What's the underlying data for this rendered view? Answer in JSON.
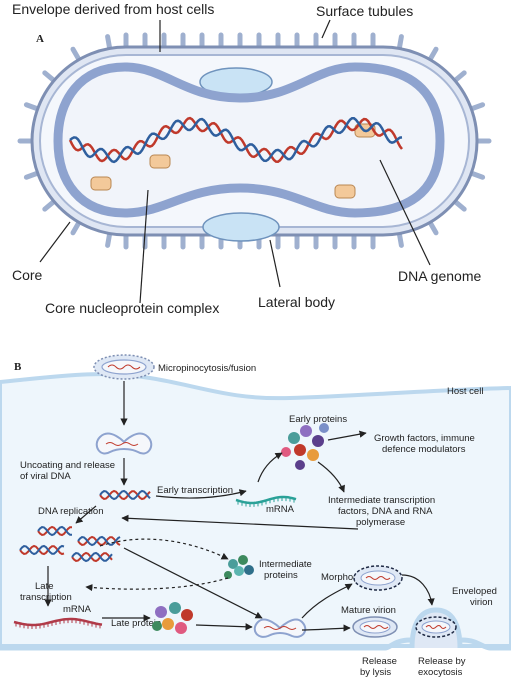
{
  "panel_a": {
    "letter": "A",
    "labels": {
      "envelope": "Envelope derived from host cells",
      "tubules": "Surface tubules",
      "core": "Core",
      "nucleoprotein": "Core nucleoprotein complex",
      "lateral_body": "Lateral body",
      "dna_genome": "DNA genome"
    }
  },
  "panel_b": {
    "letter": "B",
    "labels": {
      "entry": "Micropinocytosis/fusion",
      "host_cell": "Host cell",
      "uncoating_1": "Uncoating and release",
      "uncoating_2": "of viral DNA",
      "early_transcription": "Early transcription",
      "mrna_early": "mRNA",
      "early_proteins": "Early proteins",
      "growth_1": "Growth factors, immune",
      "growth_2": "defence modulators",
      "intermediate_tf_1": "Intermediate transcription",
      "intermediate_tf_2": "factors, DNA and RNA",
      "intermediate_tf_3": "polymerase",
      "dna_replication": "DNA replication",
      "intermediate_proteins_1": "Intermediate",
      "intermediate_proteins_2": "proteins",
      "late_transcription_1": "Late",
      "late_transcription_2": "transcription",
      "mrna_late": "mRNA",
      "late_protein": "Late protein",
      "morphogenesis": "Morphogenesis",
      "mature_virion": "Mature virion",
      "enveloped_1": "Enveloped",
      "enveloped_2": "virion",
      "release_lysis_1": "Release",
      "release_lysis_2": "by lysis",
      "release_exo_1": "Release by",
      "release_exo_2": "exocytosis"
    }
  },
  "colors": {
    "envelope": "#7e8fb3",
    "core_wall": "#8ea3cf",
    "lateral_body": "#c9e3f5",
    "dna_red": "#c0392b",
    "dna_blue": "#2f5f9e",
    "vesicle": "#f3c99a",
    "cell_fill": "#eef6fc",
    "membrane": "#bcd8ee"
  }
}
